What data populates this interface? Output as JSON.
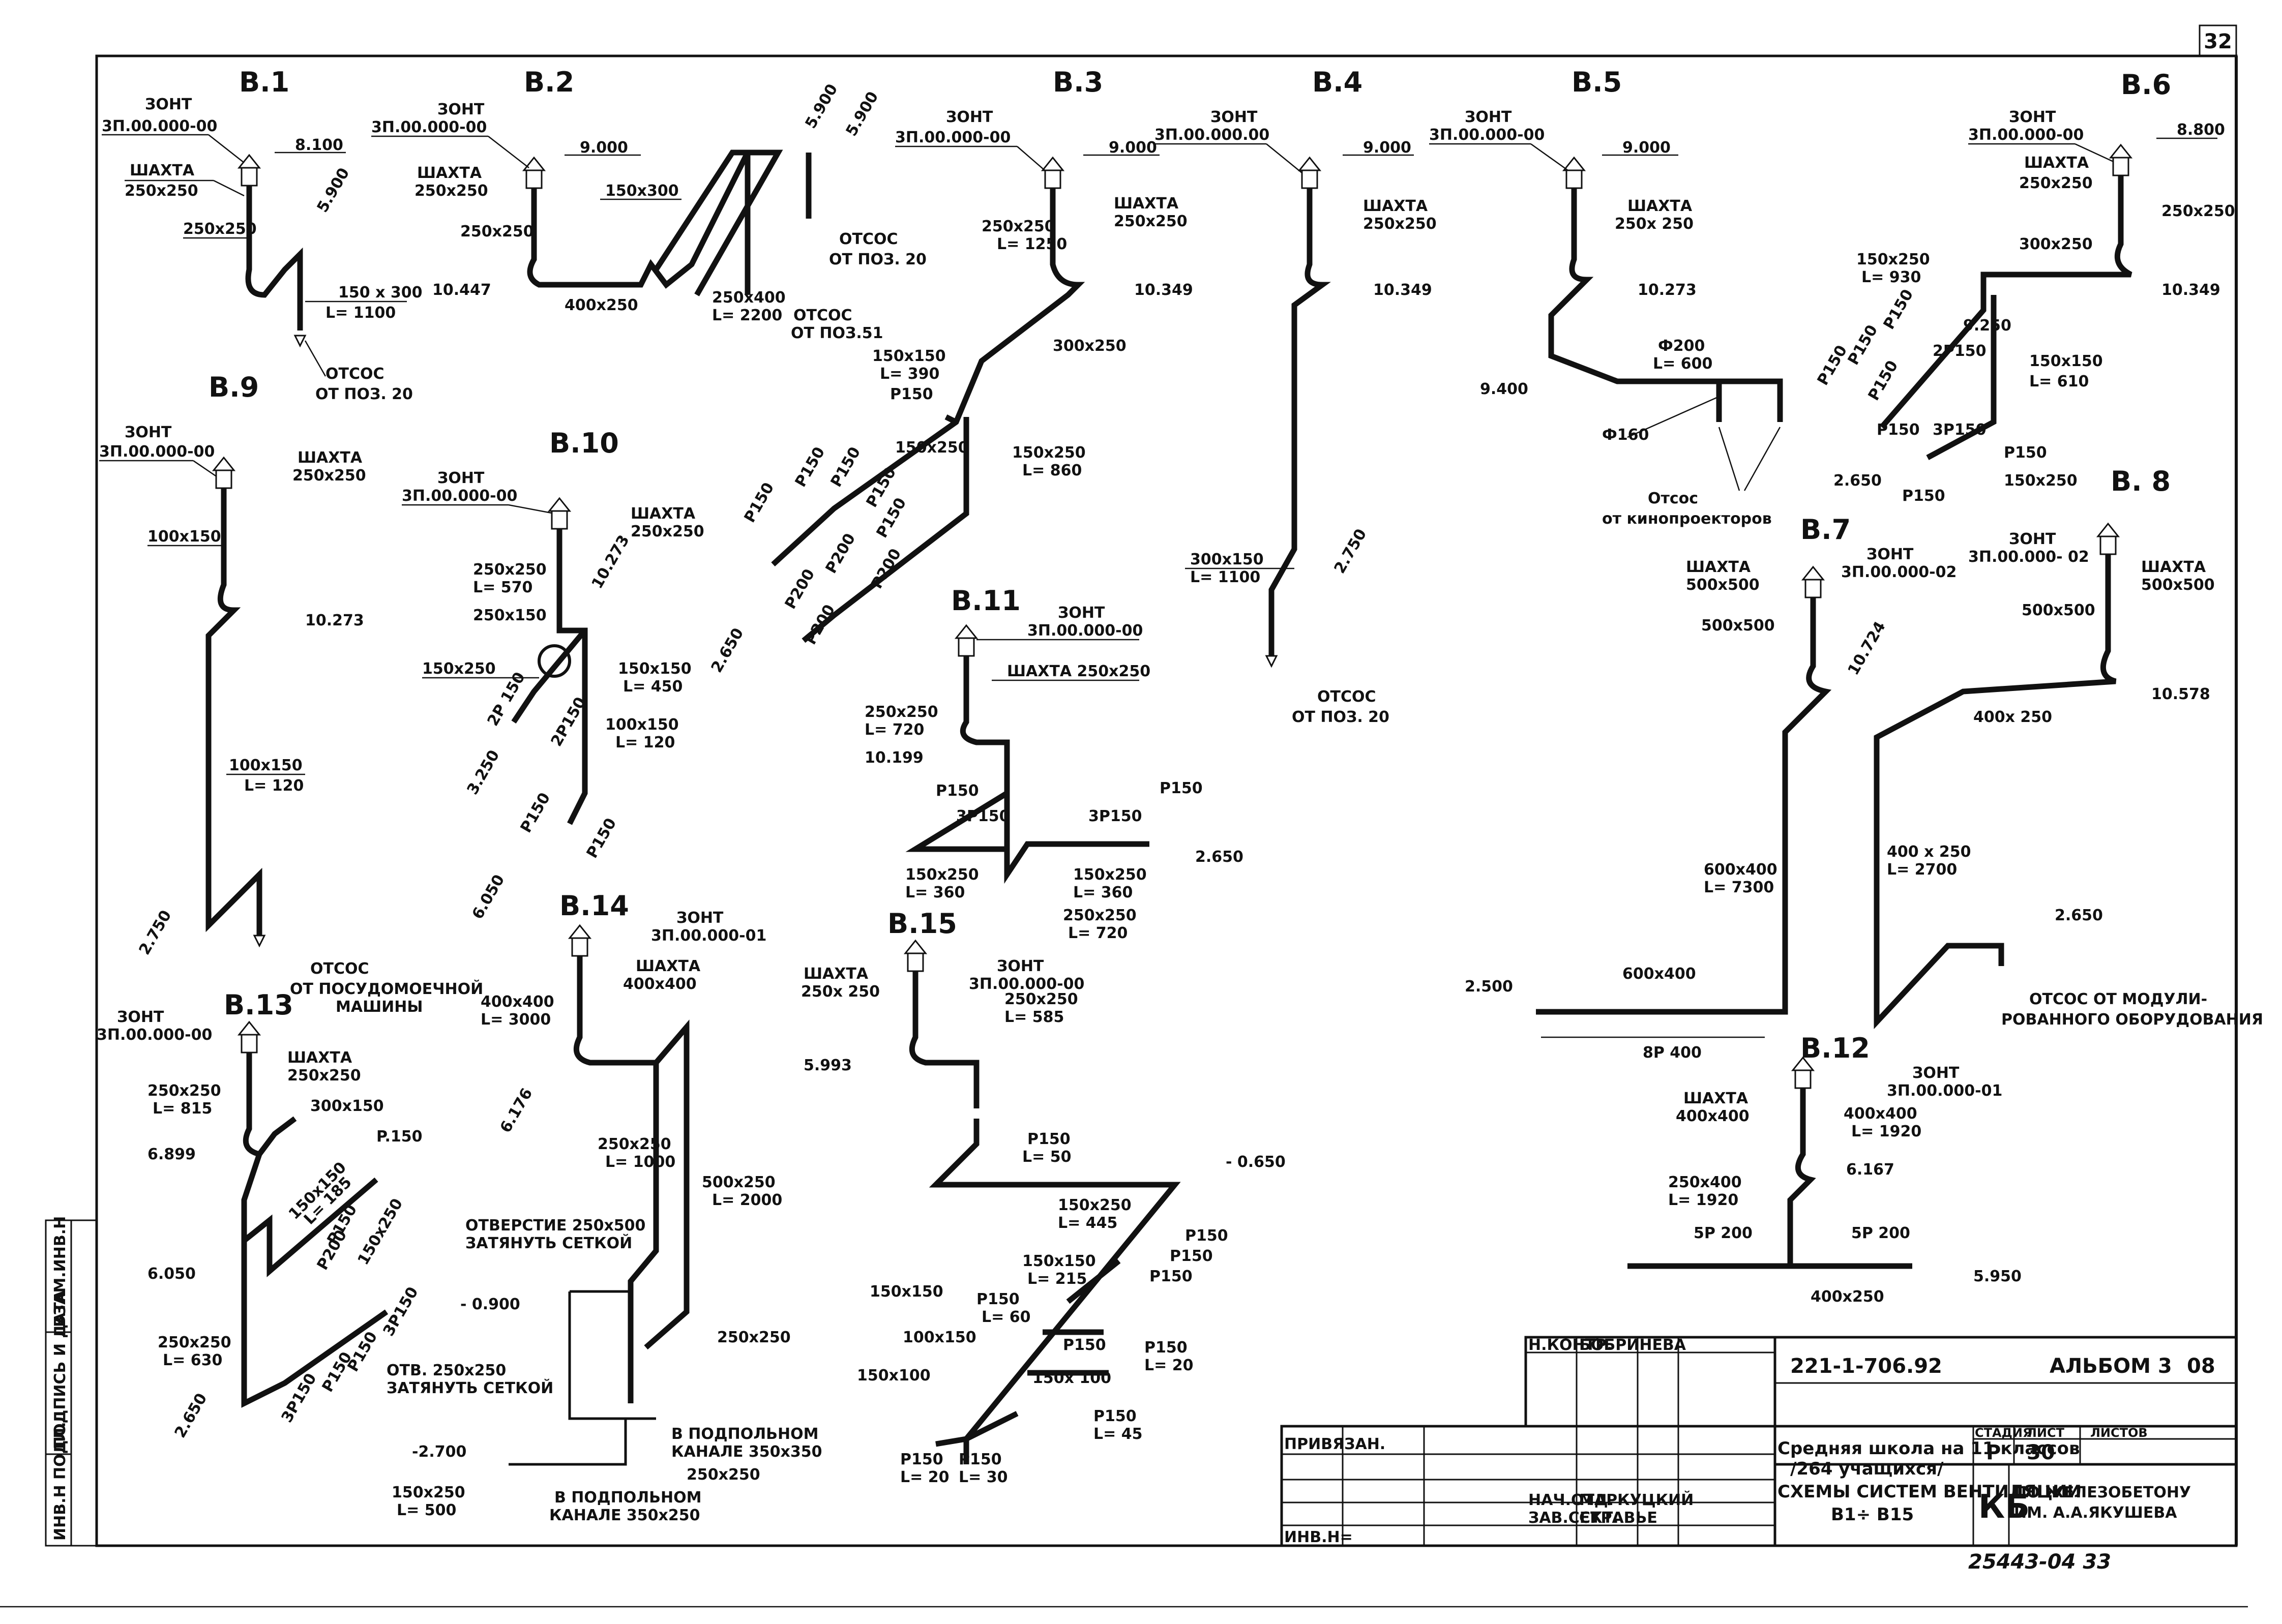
{
  "sheet": {
    "page_number": "32",
    "footer_number": "25443-04  33",
    "side_stamp": [
      "ИНВ.Н ПОДЛ.",
      "ПОДПИСЬ И ДАТА",
      "ВЗАМ.ИНВ.Н"
    ]
  },
  "systems": {
    "v1": {
      "title": "В.1",
      "zont": "ЗОНТ",
      "zont_code": "3П.00.000-00",
      "shaft": "ШАХТА",
      "shaft_size": "250x250",
      "elev_top": "8.100",
      "elev_slope": "5.900",
      "duct": "250x250",
      "branch": "150 x 300",
      "branch_len": "L= 1100",
      "exhaust": "ОТСОС",
      "exhaust_from": "ОТ ПОЗ. 20"
    },
    "v2": {
      "title": "В.2",
      "zont": "ЗОНТ",
      "zont_code": "3П.00.000-00",
      "shaft": "ШАХТА",
      "shaft_size": "250x250",
      "elev_top": "9.000",
      "duct": "250x250",
      "elev_low": "10.447",
      "horiz": "400x250",
      "cross": "150x300",
      "riser": "250x400",
      "riser_len": "L= 2200",
      "elev_r1": "5.900",
      "elev_r2": "5.900",
      "ex1": "ОТСОС",
      "ex1_from": "ОТ ПОЗ. 20",
      "ex2": "ОТСОС",
      "ex2_from": "ОТ ПОЗ.51"
    },
    "v3": {
      "title": "В.3",
      "zont": "ЗОНТ",
      "zont_code": "3П.00.000-00",
      "elev_top": "9.000",
      "shaft": "ШАХТА",
      "shaft_size": "250x250",
      "duct": "250x250",
      "duct_len": "L= 1250",
      "elev": "10.349",
      "main": "300x250",
      "d1": "150x150",
      "d1_len": "L= 390",
      "p1": "P150",
      "d2": "150x250",
      "d3": "150x250",
      "d3_len": "L= 860",
      "elev_low": "2.650",
      "grilles": [
        "P150",
        "P150",
        "P150",
        "P150",
        "P150",
        "P200",
        "P200",
        "P200",
        "P200"
      ]
    },
    "v4": {
      "title": "В.4",
      "zont": "ЗОНТ",
      "zont_code": "3П.00.000.00",
      "elev_top": "9.000",
      "shaft": "ШАХТА",
      "shaft_size": "250x250",
      "elev": "10.349",
      "duct": "300x150",
      "duct_len": "L= 1100",
      "elev_low": "2.750",
      "exhaust": "ОТСОС",
      "exhaust_from": "ОТ ПОЗ. 20"
    },
    "v5": {
      "title": "В.5",
      "zont": "ЗОНТ",
      "zont_code": "3П.00.000-00",
      "elev_top": "9.000",
      "shaft": "ШАХТА",
      "shaft_size": "250x 250",
      "elev": "10.273",
      "round": "Ф200",
      "round_len": "L= 600",
      "elev_low": "9.400",
      "round2": "Ф160",
      "exhaust": "Отсос",
      "exhaust_from": "от кинопроекторов"
    },
    "v6": {
      "title": "В.6",
      "zont": "ЗОНТ",
      "zont_code": "3П.00.000-00",
      "elev_top": "8.800",
      "shaft": "ШАХТА",
      "shaft_size": "250x250",
      "duct": "250x250",
      "d1": "300x250",
      "d2": "150x250",
      "d2_len": "L= 930",
      "elev": "10.349",
      "elev_mid": "9.250",
      "d3": "150x150",
      "d3_len": "L= 610",
      "elev_low": "2.650",
      "d4": "150x250",
      "grilles": [
        "P150",
        "P150",
        "P150",
        "P150",
        "P150",
        "2P150",
        "P150",
        "3P150",
        "P150",
        "P150"
      ]
    },
    "v7": {
      "title": "В.7",
      "shaft": "ШАХТА",
      "shaft_size": "500x500",
      "zont": "ЗОНТ",
      "zont_code": "3П.00.000-02",
      "duct": "500x500",
      "elev": "10.724",
      "riser": "600x400",
      "riser_len": "L= 7300",
      "elev_low": "2.500",
      "bottom": "600x400",
      "grilles": "8P 400"
    },
    "v8": {
      "title": "В. 8",
      "zont": "ЗОНТ",
      "zont_code": "3П.00.000- 02",
      "shaft": "ШАХТА",
      "shaft_size": "500x500",
      "duct": "500x500",
      "elev": "10.578",
      "d1": "400x 250",
      "d2": "400 x 250",
      "d2_len": "L= 2700",
      "elev_low": "2.650",
      "exhaust": "ОТСОС ОТ МОДУЛИ-",
      "exhaust2": "РОВАННОГО ОБОРУДОВАНИЯ"
    },
    "v9": {
      "title": "В.9",
      "zont": "ЗОНТ",
      "zont_code": "3П.00.000-00",
      "shaft": "ШАХТА",
      "shaft_size": "250x250",
      "d1": "100x150",
      "elev": "10.273",
      "d2": "100x150",
      "d2_len": "L= 120",
      "elev_low": "2.750",
      "exhaust": "ОТСОС",
      "exhaust_from": "ОТ ПОСУДОМОЕЧНОЙ",
      "exhaust_from2": "МАШИНЫ"
    },
    "v10": {
      "title": "В.10",
      "zont": "ЗОНТ",
      "zont_code": "3П.00.000-00",
      "shaft": "ШАХТА",
      "shaft_size": "250x250",
      "d1": "250x250",
      "d1_len": "L= 570",
      "d2": "250x150",
      "elev": "10.273",
      "d3": "150x250",
      "d4": "150x150",
      "d4_len": "L= 450",
      "d5": "100x150",
      "d5_len": "L= 120",
      "elev_mid": "3.250",
      "elev_low": "6.050",
      "grilles": [
        "2P 150",
        "2P150",
        "P150",
        "P150"
      ]
    },
    "v11": {
      "title": "В.11",
      "zont": "ЗОНТ",
      "zont_code": "3П.00.000-00",
      "shaft": "ШАХТА 250x250",
      "d1": "250x250",
      "d1_len": "L= 720",
      "elev": "10.199",
      "elev_low": "2.650",
      "d2": "150x250",
      "d2_len": "L= 360",
      "d3": "150x250",
      "d3_len": "L= 360",
      "d4": "250x250",
      "d4_len": "L= 720",
      "grilles": [
        "P150",
        "3P150",
        "3P150",
        "P150"
      ]
    },
    "v12": {
      "title": "В.12",
      "zont": "ЗОНТ",
      "zont_code": "3П.00.000-01",
      "shaft": "ШАХТА",
      "shaft_size": "400x400",
      "d1": "400x400",
      "d1_len": "L= 1920",
      "elev": "6.167",
      "d2": "250x400",
      "d2_len": "L= 1920",
      "g1": "5P 200",
      "g2": "5P 200",
      "bottom": "400x250",
      "elev_low": "5.950"
    },
    "v13": {
      "title": "В.13",
      "zont": "ЗОНТ",
      "zont_code": "3П.00.000-00",
      "shaft": "ШАХТА",
      "shaft_size": "250x250",
      "d1": "250x250",
      "d1_len": "L= 815",
      "d2": "300x150",
      "elev": "6.899",
      "d3": "150x150",
      "d3_len": "L= 185",
      "elev_mid": "6.050",
      "d4": "250x250",
      "d4_len": "L= 630",
      "elev_low": "2.650",
      "grilles": [
        "P.150",
        "P150",
        "P200",
        "150x250",
        "3P150",
        "3P150",
        "P150",
        "P150"
      ]
    },
    "v14": {
      "title": "В.14",
      "zont": "ЗОНТ",
      "zont_code": "3П.00.000-01",
      "shaft": "ШАХТА",
      "shaft_size": "400x400",
      "d1": "400x400",
      "d1_len": "L= 3000",
      "elev": "6.176",
      "d2": "250x250",
      "d2_len": "L= 1000",
      "d3": "500x250",
      "d3_len": "L= 2000",
      "hole1": "ОТВЕРСТИЕ 250x500",
      "hole1b": "ЗАТЯНУТЬ СЕТКОЙ",
      "elev_mid": "- 0.900",
      "d4": "250x250",
      "hole2": "ОТВ. 250x250",
      "hole2b": "ЗАТЯНУТЬ СЕТКОЙ",
      "elev_low": "-2.700",
      "d5": "150x250",
      "d5_len": "L= 500",
      "ch1": "В ПОДПОЛЬНОМ",
      "ch1b": "КАНАЛЕ 350x350",
      "d6": "250x250",
      "ch2": "В ПОДПОЛЬНОМ",
      "ch2b": "КАНАЛЕ 350x250"
    },
    "v15": {
      "title": "В.15",
      "shaft": "ШАХТА",
      "shaft_size": "250x 250",
      "zont": "ЗОНТ",
      "zont_code": "3П.00.000-00",
      "d1": "250x250",
      "d1_len": "L= 585",
      "elev": "5.993",
      "p1": "P150",
      "p1_len": "L= 50",
      "elev_low": "- 0.650",
      "d2": "150x250",
      "d2_len": "L= 445",
      "d3": "150x150",
      "d3_len": "L= 215",
      "d4": "150x150",
      "d5": "100x150",
      "d6": "150x100",
      "d7": "150x 100",
      "p2": "P150",
      "p2_len": "L= 60",
      "p3": "P150",
      "p3_len": "L= 20",
      "p4": "P150",
      "p4_len": "L= 45",
      "p5": "P150",
      "p5_len": "L= 20",
      "p6": "P150",
      "p6_len": "L= 30",
      "grilles": [
        "P150",
        "P150",
        "P150",
        "P150"
      ]
    }
  },
  "title_block": {
    "role1": "Н.КОНТР.",
    "name1": "БОБРИНЕВА",
    "role2": "НАЧ.ОТД.",
    "name2": "МАРКУЦКИЙ",
    "role3": "ЗАВ.СЕКТ.",
    "name3": "СТРАВЬЕ",
    "bound": "ПРИВЯЗАН.",
    "inv": "ИНВ.Н=",
    "doc_code": "221-1-706.92",
    "album": "АЛЬБОМ 3",
    "album_sheet": "08",
    "project1": "Средняя школа на 11 классов",
    "project2": "/264 учащихся/",
    "stage_h": "СТАДИЯ",
    "sheet_h": "ЛИСТ",
    "sheets_h": "ЛИСТОВ",
    "stage": "Р",
    "sheet_no": "30",
    "drawing1": "СХЕМЫ СИСТЕМ ВЕНТИЛЯЦИИ",
    "drawing2": "В1÷ В15",
    "org_mark": "КБ",
    "org1": "ПО ЖЕЛЕЗОБЕТОНУ",
    "org2": "ИМ. А.А.ЯКУШЕВА"
  }
}
